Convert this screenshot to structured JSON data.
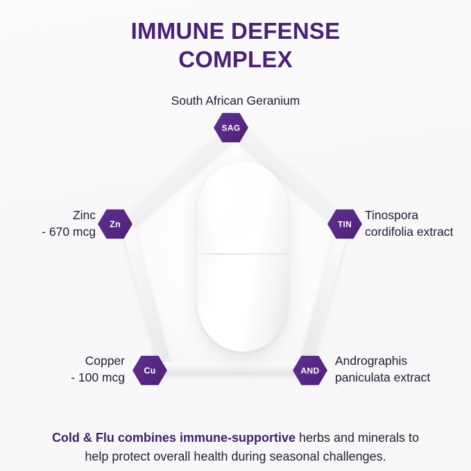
{
  "title": {
    "line1": "IMMUNE DEFENSE",
    "line2": "COMPLEX"
  },
  "colors": {
    "brand_purple": "#562783",
    "title_purple": "#4b2079",
    "text_dark": "#221a33",
    "background": "#fafafa",
    "pentagon_band": "#efeff1"
  },
  "diagram": {
    "shape": "pentagon",
    "center_object": "white-capsule-pill",
    "nodes": [
      {
        "id": "sag",
        "abbr": "SAG",
        "label": "South African Geranium",
        "position": "top"
      },
      {
        "id": "zn",
        "abbr": "Zn",
        "label": "Zinc\n- 670 mcg",
        "position": "left"
      },
      {
        "id": "tin",
        "abbr": "TIN",
        "label": "Tinospora\ncordifolia extract",
        "position": "right"
      },
      {
        "id": "cu",
        "abbr": "Cu",
        "label": "Copper\n- 100 mcg",
        "position": "bottom-left"
      },
      {
        "id": "and",
        "abbr": "AND",
        "label": "Andrographis\npaniculata extract",
        "position": "bottom-right"
      }
    ]
  },
  "caption": {
    "bold_part": "Cold & Flu combines immune-supportive",
    "rest_line1": " herbs and minerals to",
    "line2": "help protect overall health during seasonal challenges."
  }
}
